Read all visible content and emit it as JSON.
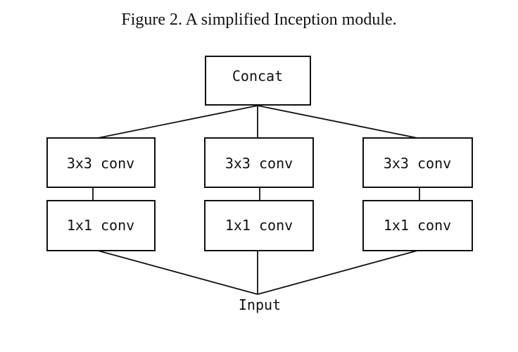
{
  "caption": "Figure 2. A simplified Inception module.",
  "nodes": {
    "concat": "Concat",
    "branch_1_top": "3x3 conv",
    "branch_1_bottom": "1x1 conv",
    "branch_2_top": "3x3 conv",
    "branch_2_bottom": "1x1 conv",
    "branch_3_top": "3x3 conv",
    "branch_3_bottom": "1x1 conv",
    "input": "Input"
  },
  "colors": {
    "stroke": "#111111",
    "background": "#ffffff"
  }
}
